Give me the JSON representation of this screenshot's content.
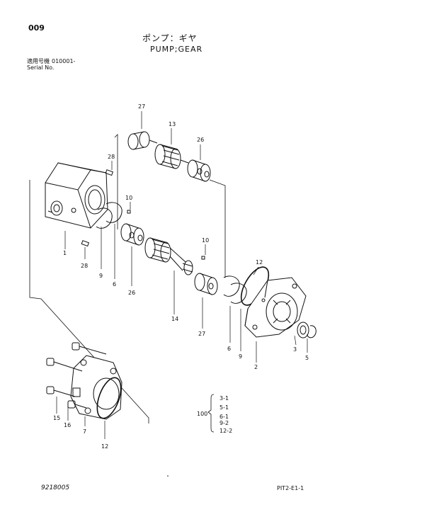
{
  "header": {
    "page_no": "009",
    "title_jp": "ポンプ：ギヤ",
    "title_en": "PUMP;GEAR",
    "serial_label_jp": "適用号機",
    "serial_code": "010001-",
    "serial_label_en": "Serial No."
  },
  "callouts": {
    "c27_top": "27",
    "c13": "13",
    "c26_top": "26",
    "c28_top": "28",
    "c10_left": "10",
    "c1": "1",
    "c28_bottom": "28",
    "c9_left": "9",
    "c6_left": "6",
    "c26_bottom": "26",
    "c14": "14",
    "c10_right": "10",
    "c27_bottom": "27",
    "c12_right": "12",
    "c6_right": "6",
    "c9_right": "9",
    "c2": "2",
    "c3": "3",
    "c5": "5",
    "c15": "15",
    "c16": "16",
    "c7": "7",
    "c12_bottom": "12"
  },
  "kit": {
    "label": "100",
    "items": [
      "3-1",
      "5-1",
      "6-1",
      "9-2",
      "12-2"
    ]
  },
  "footer": {
    "doc_no": "9218005",
    "page_ref": "PIT2-E1-1"
  }
}
